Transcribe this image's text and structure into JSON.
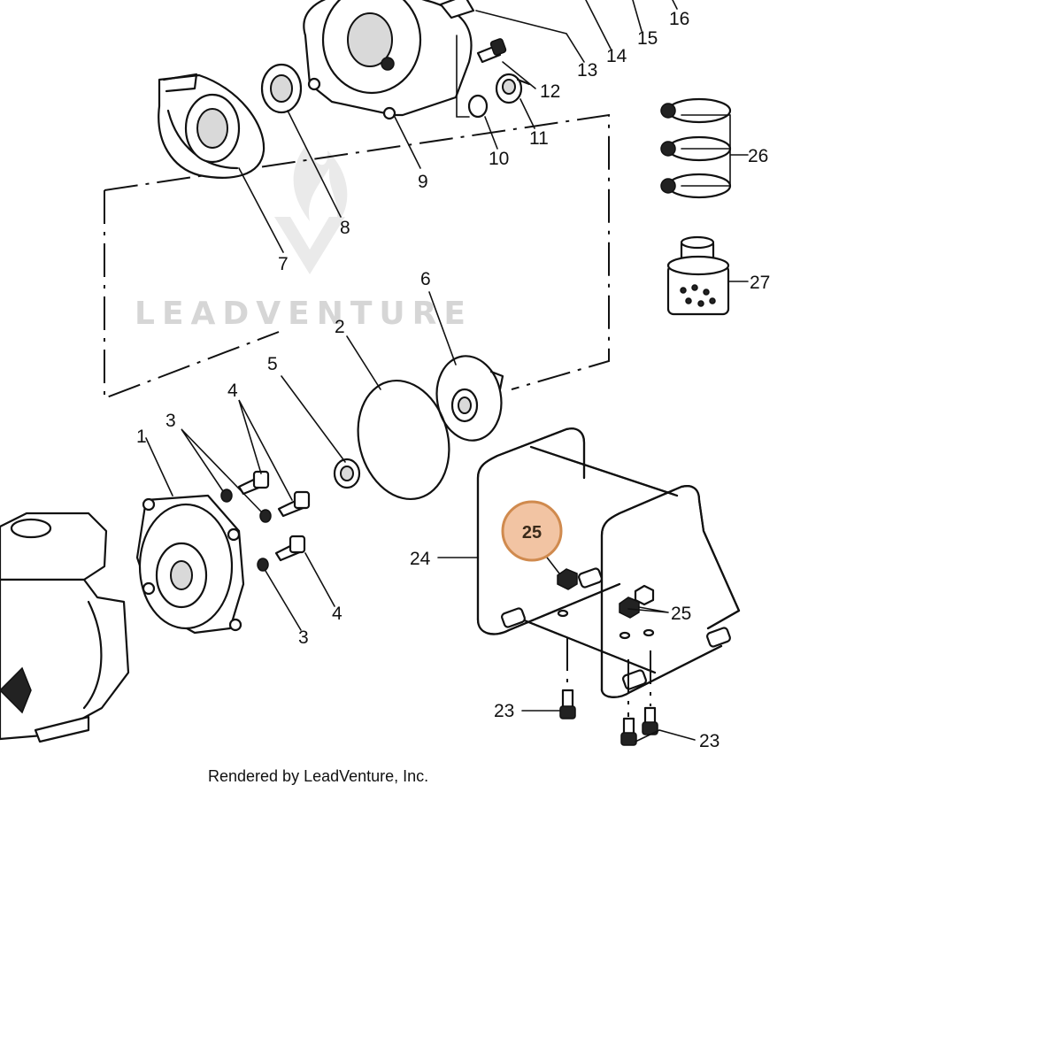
{
  "watermark": {
    "brand": "LEADVENTURE"
  },
  "credit": "Rendered by LeadVenture, Inc.",
  "highlight": {
    "label": "25",
    "fill": "#f2c4a3",
    "stroke": "#d08a4e"
  },
  "callouts": {
    "c1": "1",
    "c2": "2",
    "c3a": "3",
    "c3b": "3",
    "c4a": "4",
    "c4b": "4",
    "c5": "5",
    "c6": "6",
    "c7": "7",
    "c8": "8",
    "c9": "9",
    "c10": "10",
    "c11": "11",
    "c12": "12",
    "c13": "13",
    "c14": "14",
    "c15": "15",
    "c16": "16",
    "c23a": "23",
    "c23b": "23",
    "c24": "24",
    "c25b": "25",
    "c26": "26",
    "c27": "27"
  }
}
